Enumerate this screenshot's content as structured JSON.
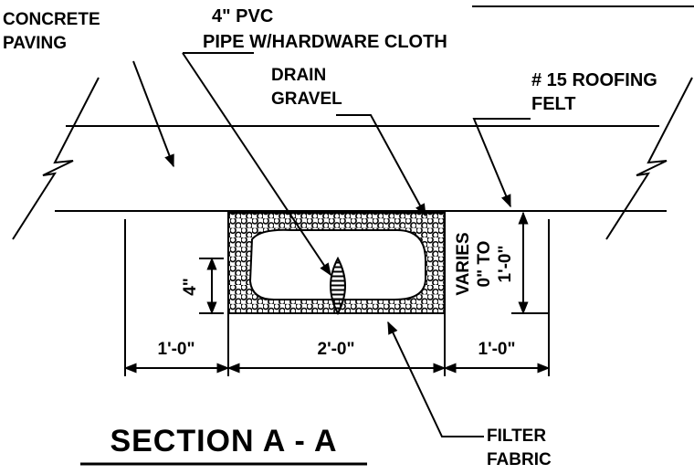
{
  "labels": {
    "concrete_line1": "CONCRETE",
    "concrete_line2": "PAVING",
    "pvc_line1": "4\" PVC",
    "pvc_line2": "PIPE W/HARDWARE CLOTH",
    "gravel_line1": "DRAIN",
    "gravel_line2": "GRAVEL",
    "felt_line1": "# 15 ROOFING",
    "felt_line2": "FELT",
    "filter_line1": "FILTER",
    "filter_line2": "FABRIC",
    "pipe_dim": "4\"",
    "varies_line1": "VARIES",
    "varies_line2": "0\" TO",
    "varies_line3": "1'-0\""
  },
  "dimensions": {
    "left": "1'-0\"",
    "center": "2'-0\"",
    "right": "1'-0\""
  },
  "title": "SECTION A - A",
  "colors": {
    "ink": "#000000",
    "background": "#ffffff"
  }
}
